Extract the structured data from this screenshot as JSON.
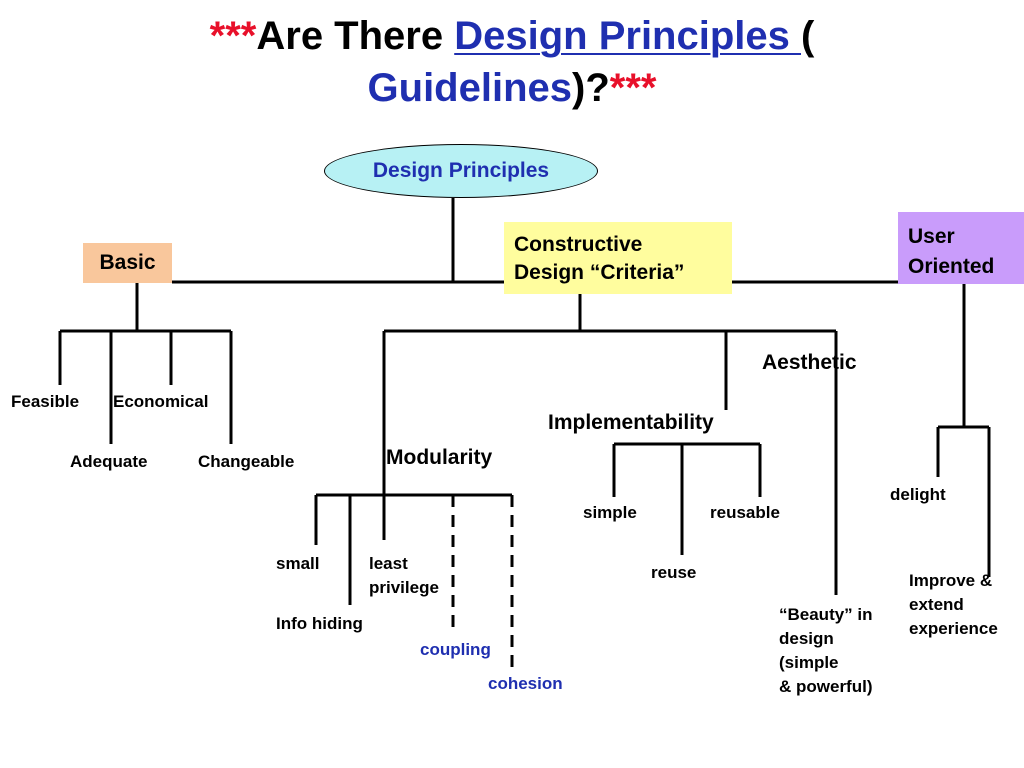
{
  "title": {
    "stars_left": "***",
    "part1": "Are There ",
    "link1": "Design Principles ",
    "part2": "(",
    "link2": "Guidelines",
    "part3": ")?",
    "stars_right": "***"
  },
  "root": "Design Principles",
  "branches": {
    "basic": "Basic",
    "constructive_line1": "Constructive",
    "constructive_line2": "Design “Criteria”",
    "user_line1": "User",
    "user_line2": "Oriented"
  },
  "basic_items": {
    "feasible": "Feasible",
    "economical": "Economical",
    "adequate": "Adequate",
    "changeable": "Changeable"
  },
  "constructive_items": {
    "modularity": "Modularity",
    "implementability": "Implementability",
    "aesthetic": "Aesthetic"
  },
  "modularity_items": {
    "small": "small",
    "least_line1": "least",
    "least_line2": "privilege",
    "info_hiding": "Info hiding",
    "coupling": "coupling",
    "cohesion": "cohesion"
  },
  "implementability_items": {
    "simple": "simple",
    "reusable": "reusable",
    "reuse": "reuse"
  },
  "aesthetic_items": {
    "line1": "“Beauty” in",
    "line2": "design",
    "line3": "(simple",
    "line4": "& powerful)"
  },
  "user_items": {
    "delight": "delight",
    "improve_line1": "Improve &",
    "improve_line2": "extend",
    "improve_line3": "experience"
  },
  "colors": {
    "red": "#e8102a",
    "blue": "#1f2fb0",
    "root_fill": "#b7f1f4",
    "basic_fill": "#f9c79c",
    "constructive_fill": "#fffd9e",
    "user_fill": "#c99cfb"
  }
}
